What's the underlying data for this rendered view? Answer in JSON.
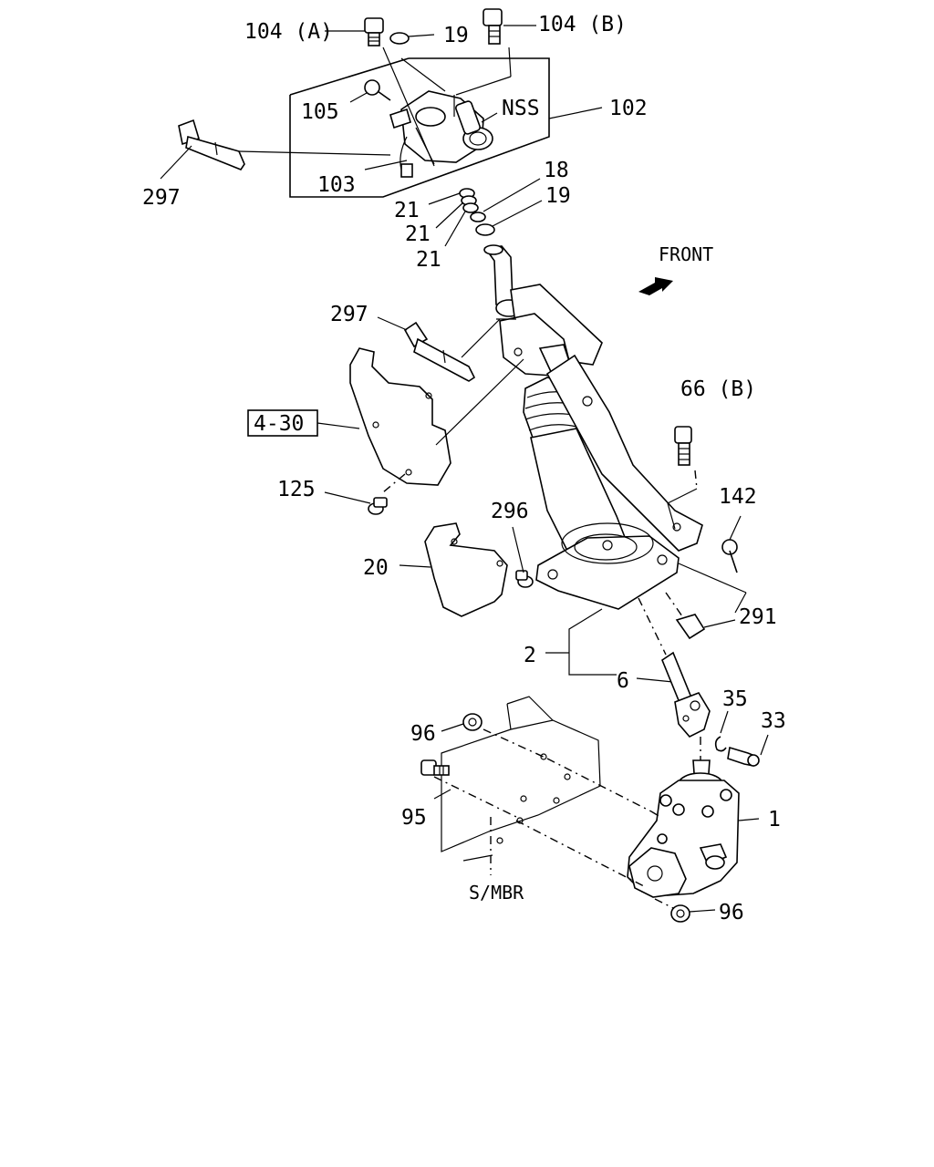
{
  "labels": {
    "p104a": "104 (A)",
    "p104b": "104 (B)",
    "p19_top": "19",
    "p105": "105",
    "pNSS": "NSS",
    "p102": "102",
    "p297_top": "297",
    "p103": "103",
    "p18": "18",
    "p19_mid": "19",
    "p21_a": "21",
    "p21_b": "21",
    "p21_c": "21",
    "front": "FRONT",
    "p297_mid": "297",
    "p66b": "66 (B)",
    "p4_30": "4-30",
    "p125": "125",
    "p142": "142",
    "p296": "296",
    "p20": "20",
    "p291": "291",
    "p2": "2",
    "p6": "6",
    "p35": "35",
    "p33": "33",
    "p96_top": "96",
    "p95": "95",
    "p1": "1",
    "smbr": "S/MBR",
    "p96_bottom": "96"
  }
}
